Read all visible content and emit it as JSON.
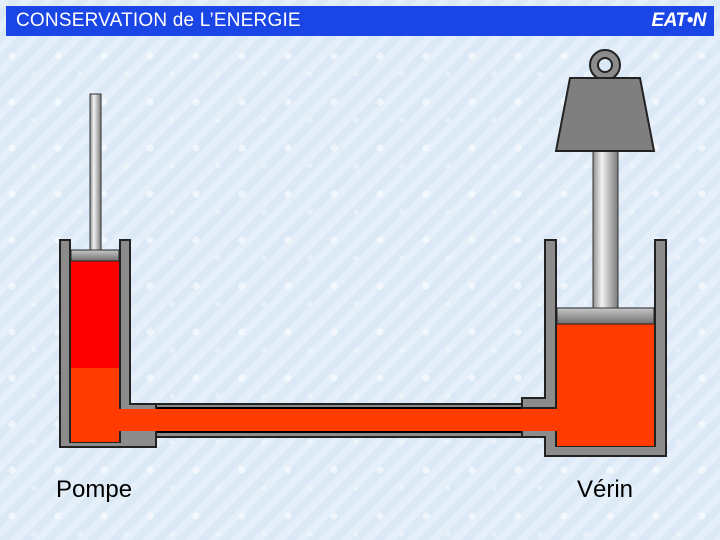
{
  "header": {
    "title": "CONSERVATION de L’ENERGIE",
    "logo_text": "EAT•N"
  },
  "labels": {
    "pump": "Pompe",
    "cylinder": "Vérin"
  },
  "colors": {
    "header_background": "#1b46e6",
    "header_text": "#ffffff",
    "background": "#dbe9f7",
    "fluid_high_pressure": "#ff0000",
    "fluid": "#ff3b00",
    "cylinder_wall": "#8c8c8c",
    "rod": "#b8b8b8",
    "weight": "#7f7f7f"
  }
}
